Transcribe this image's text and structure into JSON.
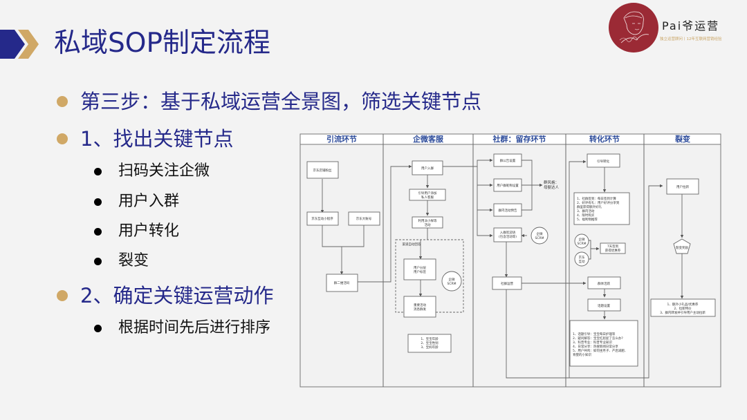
{
  "title": "私域SOP制定流程",
  "colors": {
    "title": "#25298a",
    "accent_gold": "#d0a866",
    "logo_red": "#9b2a35",
    "lane_title": "#2b4a9a"
  },
  "logo": {
    "name": "Pai爷运营",
    "subtitle": "独立运营顾问丨12年互联网营销经验"
  },
  "bullets": [
    {
      "level": 1,
      "text": "第三步：基于私域运营全景图，筛选关键节点"
    },
    {
      "level": 1,
      "text": "1、找出关键节点"
    },
    {
      "level": 2,
      "text": "扫码关注企微"
    },
    {
      "level": 2,
      "text": "用户入群"
    },
    {
      "level": 2,
      "text": "用户转化"
    },
    {
      "level": 2,
      "text": "裂变"
    },
    {
      "level": 1,
      "text": "2、确定关键运营动作"
    },
    {
      "level": 2,
      "text": "根据时间先后进行排序"
    }
  ],
  "diagram": {
    "lanes": [
      "引流环节",
      "企微客服",
      "社群：留存环节",
      "转化环节",
      "裂变"
    ],
    "nodes": {
      "jd_store": "京东店铺粉丝",
      "jd_miniprogram": "京东互动小程序",
      "jd_account": "京东大账号",
      "group_qr": "群二维活码",
      "user_join": "用户入群",
      "guide_add": [
        "引导用户添加",
        "私人客服"
      ],
      "mini_sample": [
        "利用派小样等",
        "活动"
      ],
      "auto_reply": "渠道自动回答",
      "user_tag": [
        "用户分层",
        "用户标签"
      ],
      "scrm_1": [
        "企微",
        "SCRM"
      ],
      "push_activity": [
        "重要活动",
        "消息群发"
      ],
      "age_list": [
        "1、宝宝年龄",
        "2、宝宝性别",
        "3、宝妈年龄"
      ],
      "group_notice": "群公告设置",
      "group_nickname": "用户群昵称设置",
      "group_activity": "群内活动预告",
      "group_style": [
        "群风格：",
        "母婴达人"
      ],
      "welcome": [
        "入群欢迎语",
        "(包含活动等)"
      ],
      "scrm_2": [
        "企微",
        "SCRM"
      ],
      "community_ops": "社群运营",
      "guide_convert": "引导转化",
      "convert_list": [
        "1、社群签到：每日签到计算",
        "2、好评有礼：用户好评分享到",
        "群里获得额外好礼",
        "3、群内活动",
        "4、限时购买",
        "5、福利物推荐"
      ],
      "scrm_3": [
        "企微",
        "SCRM"
      ],
      "jd_interact": [
        "京东",
        "互动"
      ],
      "sign_7days": [
        "7天签到",
        "获得优惠券"
      ],
      "group_active": "群体活跃",
      "topic_setting": "话题设置",
      "topic_list": [
        "1、话题引导：宝宝每日护理等",
        "2、疑问解答：宝宝红屁屁了怎么办?",
        "3、科普专业：科普专业知识",
        "4、日常分享：热搜新闻日常分享",
        "5、用户共鸣：如何坐月子、产后减肥、",
        "育婴的小知识"
      ],
      "user_invite": "用户拉新",
      "fission_reward": "裂变奖励",
      "fission_list": [
        "1、额外小礼品/优惠券",
        "2、拉新特价",
        "3、群内转发并引导用户主动拉新"
      ]
    }
  }
}
